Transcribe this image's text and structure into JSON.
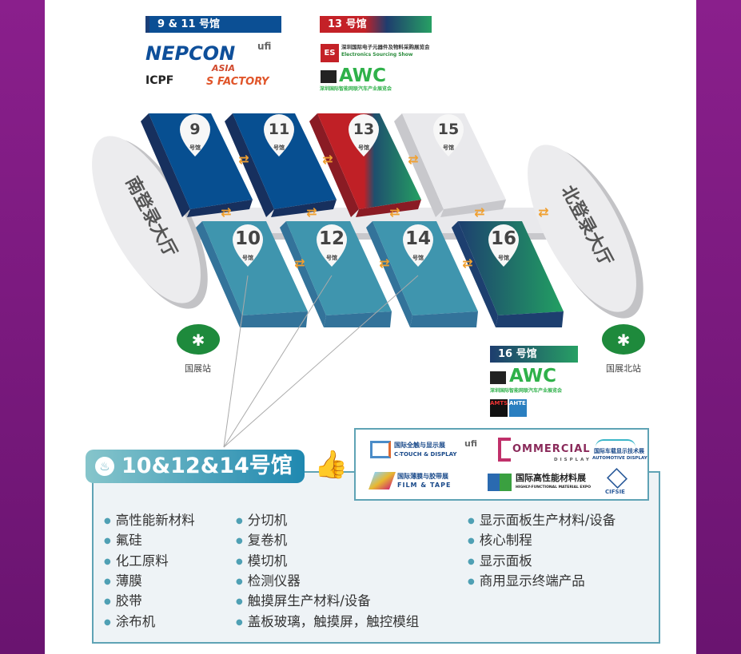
{
  "top_tags": {
    "left": "9 & 11 号馆",
    "right": "13 号馆",
    "hall16": "16 号馆"
  },
  "logos": {
    "nepcon": "NEPCON",
    "nepcon_sub": "ASIA",
    "ufi": "ufi",
    "icpf": "ICPF",
    "sfactory": "S FACTORY",
    "es_badge": "ES",
    "es_cn": "深圳国际电子元器件及物料采购展览会",
    "es_en": "Electronics Sourcing Show",
    "awc": "AWC",
    "awc_cn": "深圳国际智能网联汽车产业展览会",
    "amts": "AMTS",
    "ahte": "AHTE",
    "ctouch_cn": "国际全触与显示展",
    "ctouch_en": "C-TOUCH & DISPLAY",
    "commercial": "OMMERCIAL",
    "commercial_sub": "DISPLAY",
    "auto_cn": "国际车载显示技术展",
    "auto_en": "AUTOMOTIVE DISPLAY",
    "film_cn": "国际薄膜与胶带展",
    "film_en": "FILM & TAPE",
    "hfme_cn": "国际高性能材料展",
    "hfme_en": "HIGHLY-FUNCTIONAL MATERIAL EXPO",
    "cifsie": "CIFSIE"
  },
  "halls": {
    "unit": "号馆",
    "top": [
      "9",
      "11",
      "13",
      "15"
    ],
    "bottom": [
      "10",
      "12",
      "14",
      "16"
    ],
    "south_lobby": "南登录大厅",
    "north_lobby": "北登录大厅"
  },
  "stations": {
    "left": "国展站",
    "right": "国展北站"
  },
  "panel": {
    "title": "10&12&14号馆",
    "col1": [
      "高性能新材料",
      "氟硅",
      "化工原料",
      "薄膜",
      "胶带",
      "涂布机"
    ],
    "col2": [
      "分切机",
      "复卷机",
      "模切机",
      "检测仪器",
      "触摸屏生产材料/设备",
      "盖板玻璃，触摸屏，触控模组"
    ],
    "col3": [
      "显示面板生产材料/设备",
      "核心制程",
      "显示面板",
      "商用显示终端产品"
    ]
  },
  "colors": {
    "blue": "#074f91",
    "red": "#c02026",
    "green": "#1f9a62",
    "teal": "#3f95ae",
    "purple": "#7a1a7e"
  }
}
